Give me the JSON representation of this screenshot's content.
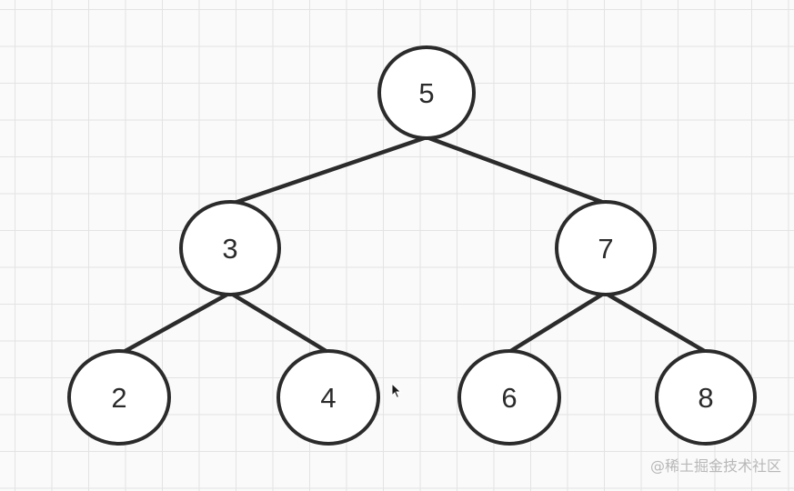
{
  "tree": {
    "nodes": [
      {
        "id": "n5",
        "label": "5"
      },
      {
        "id": "n3",
        "label": "3"
      },
      {
        "id": "n7",
        "label": "7"
      },
      {
        "id": "n2",
        "label": "2"
      },
      {
        "id": "n4",
        "label": "4"
      },
      {
        "id": "n6",
        "label": "6"
      },
      {
        "id": "n8",
        "label": "8"
      }
    ],
    "edges": [
      {
        "from": "n5",
        "to": "n3"
      },
      {
        "from": "n5",
        "to": "n7"
      },
      {
        "from": "n3",
        "to": "n2"
      },
      {
        "from": "n3",
        "to": "n4"
      },
      {
        "from": "n7",
        "to": "n6"
      },
      {
        "from": "n7",
        "to": "n8"
      }
    ]
  },
  "watermark": {
    "text": "@稀土掘金技术社区"
  },
  "colors": {
    "stroke": "#2b2b2b",
    "node_fill": "#ffffff",
    "grid_line": "#e3e3e3",
    "background": "#fafafa",
    "watermark": "#b8b8b8"
  },
  "icons": {
    "cursor": "mouse-pointer-icon"
  }
}
